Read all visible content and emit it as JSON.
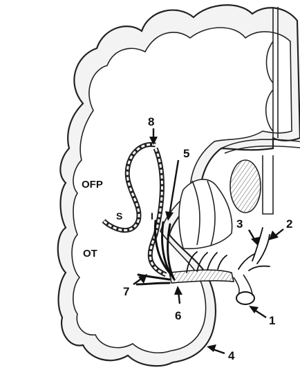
{
  "region_labels": {
    "ofp": "OFP",
    "ot": "OT",
    "s": "S",
    "i": "I"
  },
  "arrow_labels": [
    "1",
    "2",
    "3",
    "4",
    "5",
    "6",
    "7",
    "8"
  ]
}
